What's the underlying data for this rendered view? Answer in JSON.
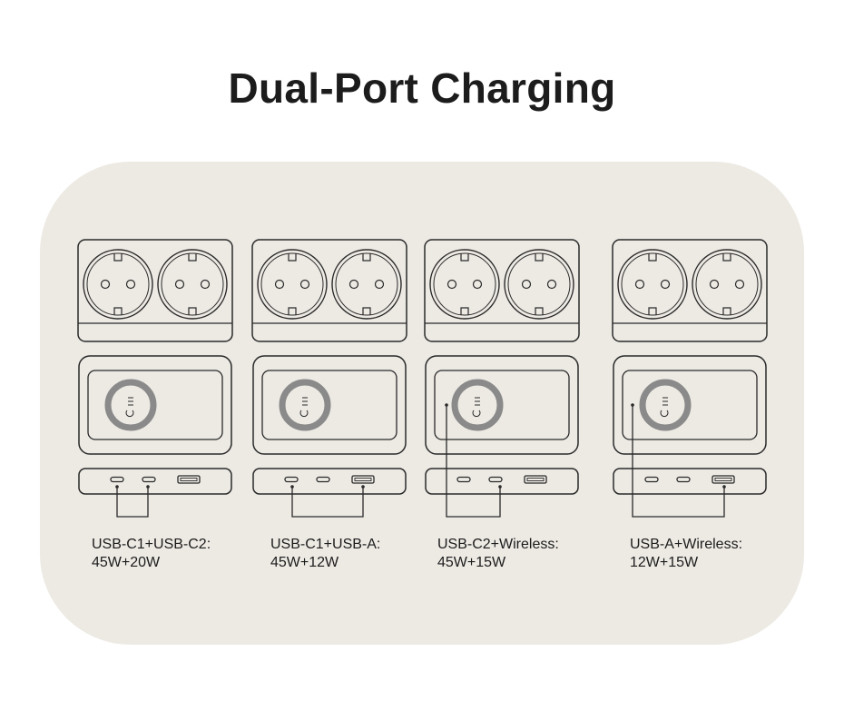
{
  "title": "Dual-Port Charging",
  "colors": {
    "panel_background": "#edeae4",
    "device_stroke": "#2a2a2a",
    "wireless_ring": "#8a8a8a"
  },
  "modes": [
    {
      "combination": "USB-C1+USB-C2:",
      "wattage": "45W+20W",
      "connected_ports": [
        "USB-C1",
        "USB-C2"
      ]
    },
    {
      "combination": "USB-C1+USB-A:",
      "wattage": "45W+12W",
      "connected_ports": [
        "USB-C1",
        "USB-A"
      ]
    },
    {
      "combination": "USB-C2+Wireless:",
      "wattage": "45W+15W",
      "connected_ports": [
        "USB-C2",
        "Wireless"
      ]
    },
    {
      "combination": "USB-A+Wireless:",
      "wattage": "12W+15W",
      "connected_ports": [
        "USB-A",
        "Wireless"
      ]
    }
  ]
}
